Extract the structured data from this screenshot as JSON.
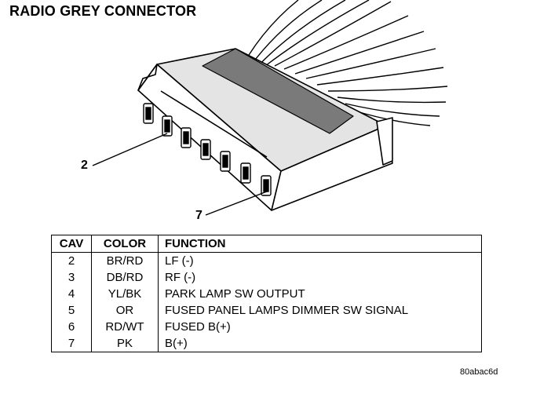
{
  "title": "RADIO GREY CONNECTOR",
  "callouts": {
    "pin_2": "2",
    "pin_7": "7"
  },
  "table": {
    "headers": {
      "cav": "CAV",
      "color": "COLOR",
      "function": "FUNCTION"
    },
    "rows": [
      {
        "cav": "2",
        "color": "BR/RD",
        "function": "LF (-)"
      },
      {
        "cav": "3",
        "color": "DB/RD",
        "function": "RF (-)"
      },
      {
        "cav": "4",
        "color": "YL/BK",
        "function": "PARK LAMP SW OUTPUT"
      },
      {
        "cav": "5",
        "color": "OR",
        "function": "FUSED PANEL LAMPS DIMMER SW SIGNAL"
      },
      {
        "cav": "6",
        "color": "RD/WT",
        "function": "FUSED B(+)"
      },
      {
        "cav": "7",
        "color": "PK",
        "function": "B(+)"
      }
    ]
  },
  "figure_id": "80abac6d"
}
